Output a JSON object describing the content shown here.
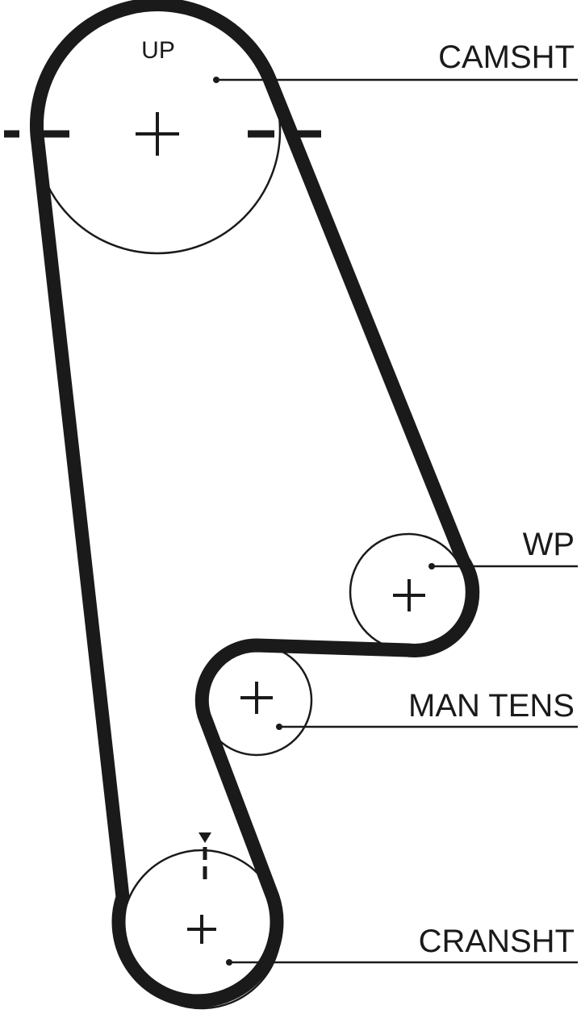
{
  "labels": {
    "up": "UP",
    "camshaft": "CAMSHT",
    "water_pump": "WP",
    "manual_tensioner": "MAN TENS",
    "crankshaft": "CRANSHT"
  },
  "colors": {
    "ink": "#1a1a1a",
    "background": "#ffffff"
  }
}
